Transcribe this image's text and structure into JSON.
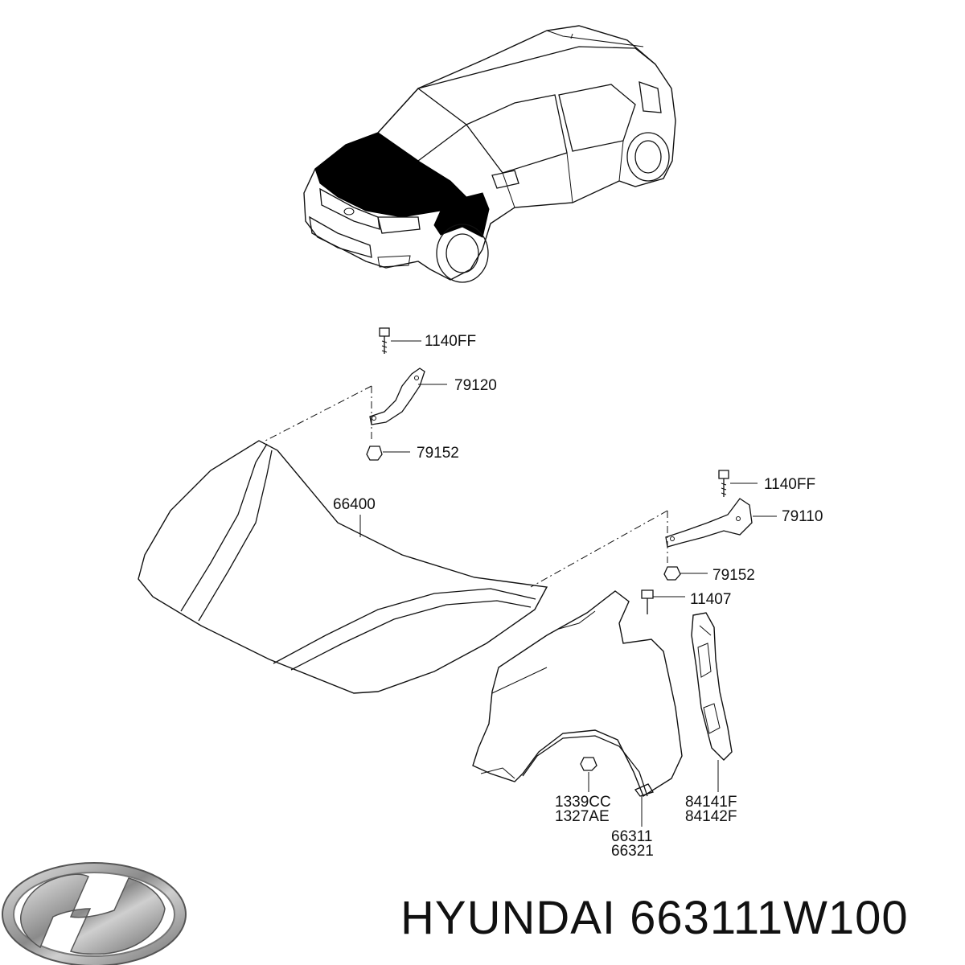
{
  "parts": {
    "bolt_top": "1140FF",
    "hinge_left": "79120",
    "nut_left": "79152",
    "hood": "66400",
    "bolt_right": "1140FF",
    "hinge_right": "79110",
    "nut_right": "79152",
    "fender_bolt": "11407",
    "clip_a": "1339CC",
    "clip_b": "1327AE",
    "bracket_a": "66311",
    "bracket_b": "66321",
    "insulator_a": "84141F",
    "insulator_b": "84142F"
  },
  "footer": {
    "brand": "HYUNDAI",
    "part_number": "663111W100",
    "logo": "hyundai-logo"
  }
}
